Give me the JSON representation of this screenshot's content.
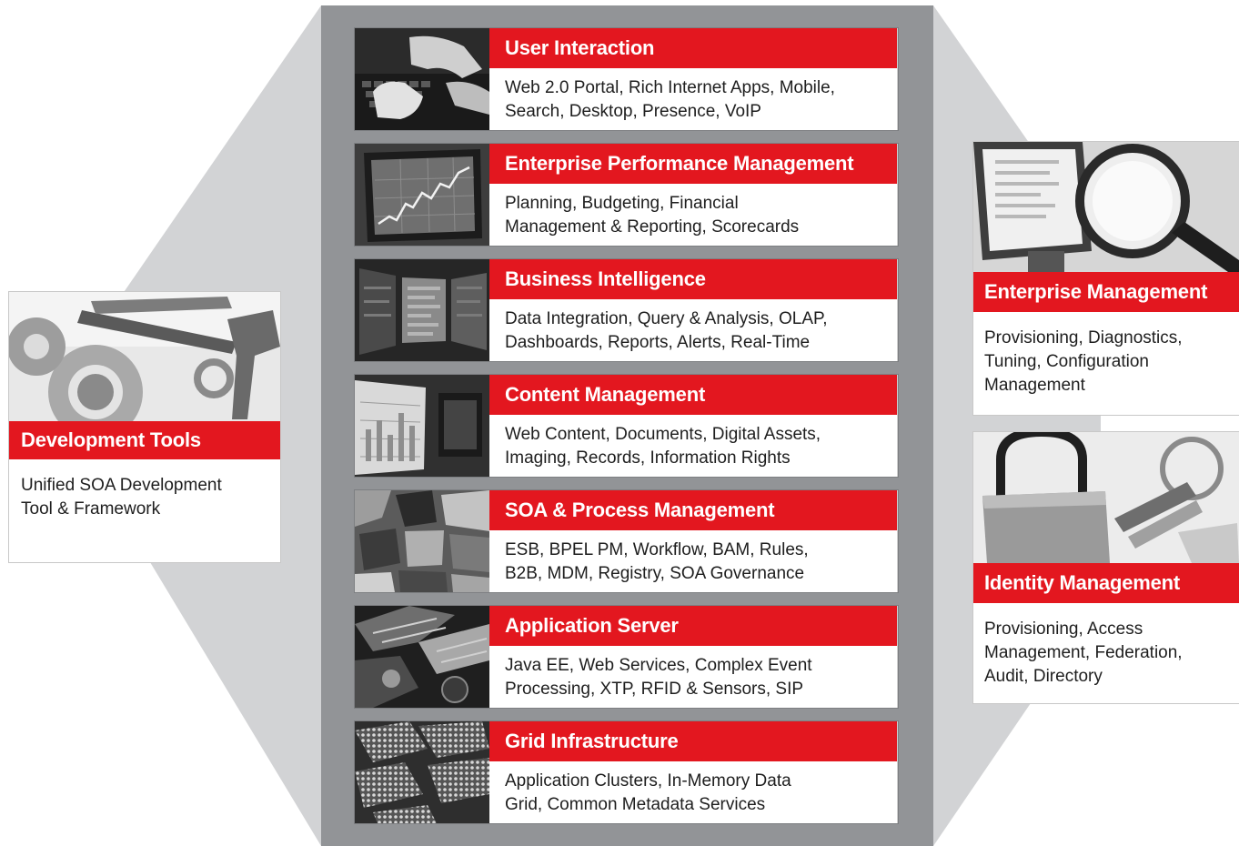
{
  "colors": {
    "accent_red": "#e3171f",
    "panel_gray": "#929497",
    "hex_gray": "#d2d3d5",
    "text": "#1e1e1e"
  },
  "stack": [
    {
      "title": "User Interaction",
      "description": "Web 2.0 Portal, Rich Internet Apps, Mobile,\nSearch, Desktop, Presence, VoIP",
      "image": "hands-on-keyboard-photo"
    },
    {
      "title": "Enterprise Performance Management",
      "description": "Planning, Budgeting, Financial\nManagement & Reporting, Scorecards",
      "image": "stock-chart-monitor-photo"
    },
    {
      "title": "Business Intelligence",
      "description": "Data Integration, Query & Analysis, OLAP,\nDashboards, Reports, Alerts, Real-Time",
      "image": "data-screens-photo"
    },
    {
      "title": "Content Management",
      "description": "Web Content, Documents, Digital Assets,\nImaging, Records, Information Rights",
      "image": "documents-screen-photo"
    },
    {
      "title": "SOA & Process Management",
      "description": "ESB, BPEL PM, Workflow, BAM, Rules,\nB2B, MDM, Registry, SOA Governance",
      "image": "process-collage-photo"
    },
    {
      "title": "Application Server",
      "description": "Java EE, Web Services, Complex Event\nProcessing, XTP, RFID & Sensors, SIP",
      "image": "server-machinery-photo"
    },
    {
      "title": "Grid Infrastructure",
      "description": "Application Clusters, In-Memory Data\nGrid, Common Metadata Services",
      "image": "grid-chips-photo"
    }
  ],
  "left": {
    "title": "Development Tools",
    "description": "Unified SOA Development\nTool & Framework",
    "image": "gears-and-tools-photo"
  },
  "right": [
    {
      "title": "Enterprise Management",
      "description": "Provisioning, Diagnostics,\nTuning, Configuration\nManagement",
      "image": "magnifier-monitor-photo"
    },
    {
      "title": "Identity Management",
      "description": "Provisioning, Access\nManagement, Federation,\nAudit, Directory",
      "image": "padlock-and-keys-photo"
    }
  ]
}
